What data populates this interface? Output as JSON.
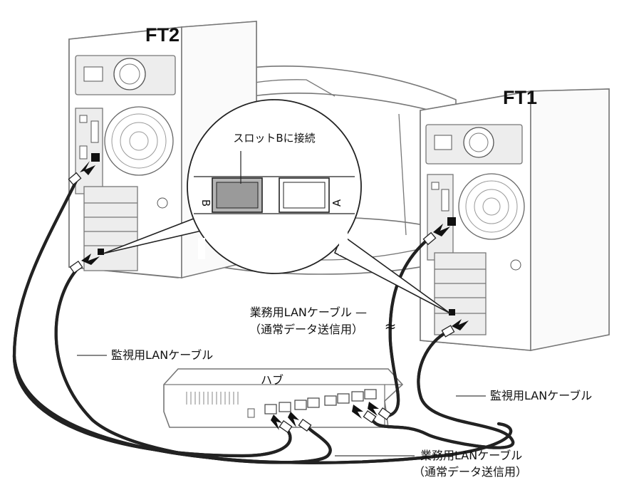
{
  "diagram": {
    "server_left": {
      "name": "FT2"
    },
    "server_right": {
      "name": "FT1"
    },
    "callout": {
      "title": "スロットBに接続",
      "port_b": "B",
      "port_a": "A"
    },
    "hub": {
      "label": "ハブ"
    },
    "labels": {
      "business_cable_top_line1": "業務用LANケーブル —",
      "business_cable_top_line2": "（通常データ送信用）",
      "approx_symbol": "≈",
      "monitor_cable_left": "監視用LANケーブル",
      "monitor_cable_right": "監視用LANケーブル",
      "business_cable_bottom_line1": "業務用LANケーブル",
      "business_cable_bottom_line2": "（通常データ送信用）"
    },
    "colors": {
      "line": "#777777",
      "cable": "#222222",
      "slot_b_fill": "#b5b5b5",
      "background": "#ffffff"
    }
  }
}
